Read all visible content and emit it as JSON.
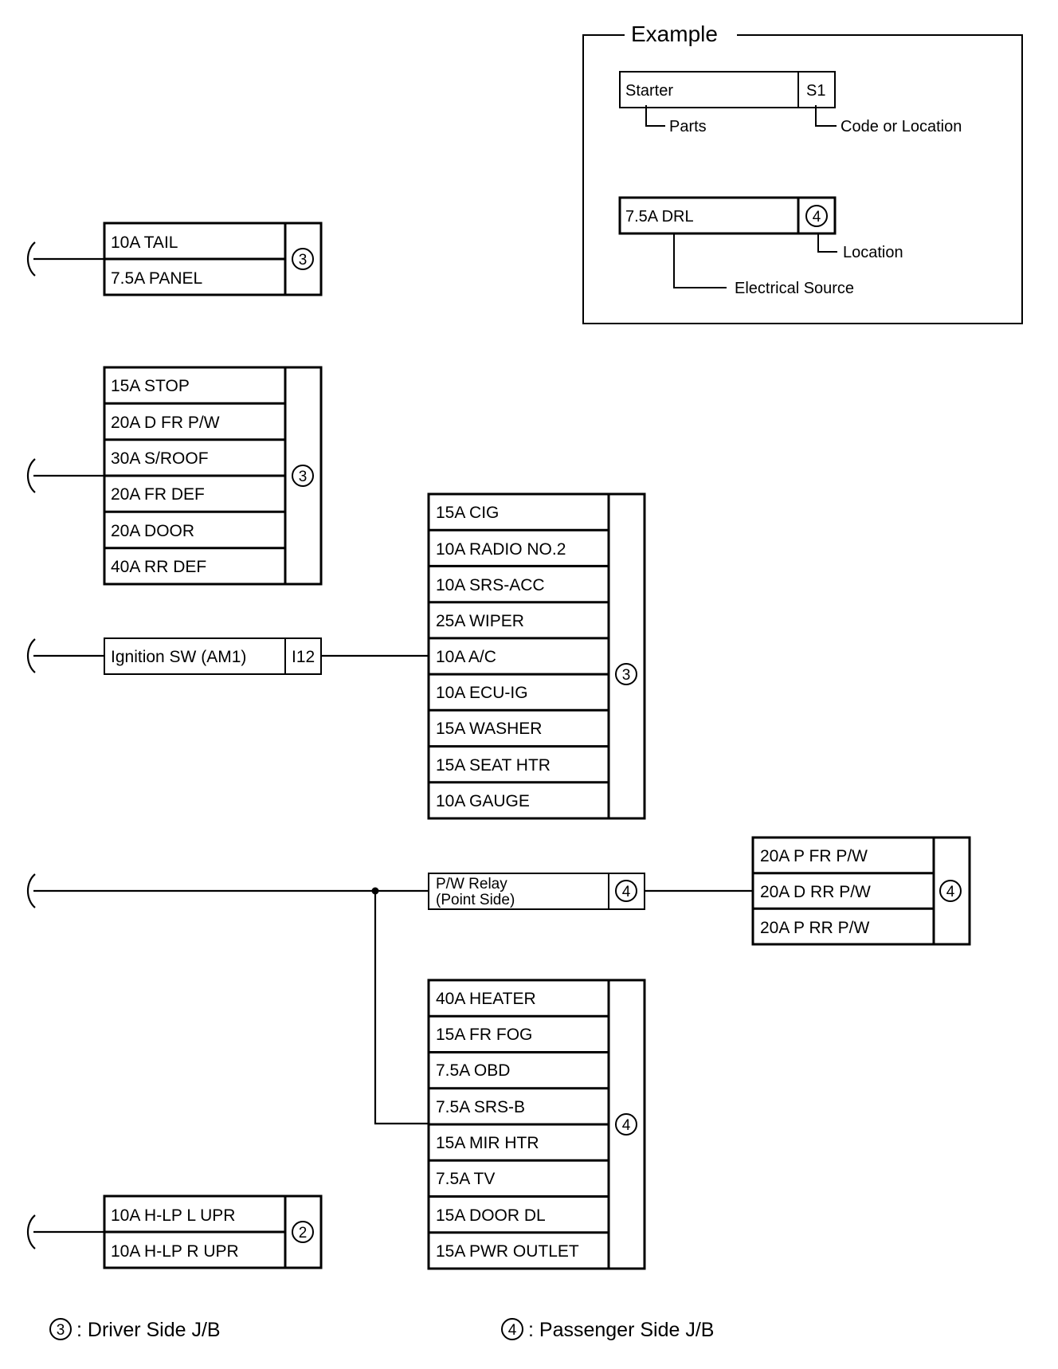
{
  "example": {
    "title": "Example",
    "part_label": "Starter",
    "part_code": "S1",
    "parts_caption": "Parts",
    "code_caption": "Code or Location",
    "source_label": "7.5A DRL",
    "source_location": "4",
    "location_caption": "Location",
    "source_caption": "Electrical Source"
  },
  "blocks": {
    "tail_panel": {
      "rows": [
        "10A TAIL",
        "7.5A PANEL"
      ],
      "location": "3"
    },
    "stop_group": {
      "rows": [
        "15A STOP",
        "20A D FR P/W",
        "30A S/ROOF",
        "20A FR DEF",
        "20A DOOR",
        "40A RR DEF"
      ],
      "location": "3"
    },
    "ignition": {
      "label": "Ignition SW (AM1)",
      "code": "I12"
    },
    "cig_group": {
      "rows": [
        "15A CIG",
        "10A RADIO NO.2",
        "10A SRS-ACC",
        "25A WIPER",
        "10A A/C",
        "10A ECU-IG",
        "15A WASHER",
        "15A SEAT HTR",
        "10A GAUGE"
      ],
      "location": "3"
    },
    "pw_relay": {
      "line1": "P/W Relay",
      "line2": "(Point Side)",
      "location": "4"
    },
    "pw_group": {
      "rows": [
        "20A P FR P/W",
        "20A D RR P/W",
        "20A P RR P/W"
      ],
      "location": "4"
    },
    "heater_group": {
      "rows": [
        "40A HEATER",
        "15A FR FOG",
        "7.5A OBD",
        "7.5A SRS-B",
        "15A MIR HTR",
        "7.5A TV",
        "15A DOOR DL",
        "15A PWR OUTLET"
      ],
      "location": "4"
    },
    "hlp_group": {
      "rows": [
        "10A H-LP L UPR",
        "10A H-LP R UPR"
      ],
      "location": "2"
    }
  },
  "legend": [
    {
      "symbol": "3",
      "text": ": Driver Side J/B"
    },
    {
      "symbol": "4",
      "text": ": Passenger Side J/B"
    }
  ]
}
